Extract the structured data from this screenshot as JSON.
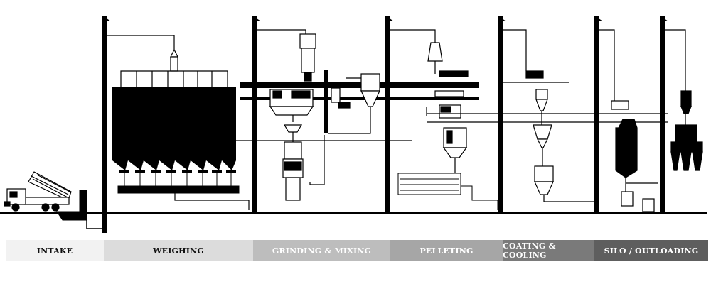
{
  "stages": [
    {
      "label": "INTAKE",
      "bg": "#f2f2f2",
      "fg": "#111111"
    },
    {
      "label": "WEIGHING",
      "bg": "#dcdcdc",
      "fg": "#111111"
    },
    {
      "label": "GRINDING & MIXING",
      "bg": "#bdbdbd",
      "fg": "#ffffff"
    },
    {
      "label": "PELLETING",
      "bg": "#a6a6a6",
      "fg": "#ffffff"
    },
    {
      "label": "COATING & COOLING",
      "bg": "#7a7a7a",
      "fg": "#ffffff"
    },
    {
      "label": "SILO / OUTLOADING",
      "bg": "#5e5e5e",
      "fg": "#ffffff"
    }
  ]
}
